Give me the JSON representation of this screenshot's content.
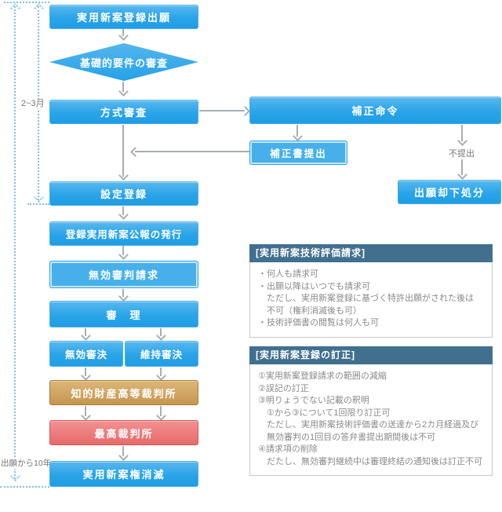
{
  "flow": {
    "application": "実用新案登録出願",
    "basic_requirements": "基礎的要件の審査",
    "formality_exam": "方式審査",
    "correction_order": "補正命令",
    "correction_submission": "補正書提出",
    "non_submission": "不提出",
    "dismissal": "出願却下処分",
    "registration": "設定登録",
    "gazette": "登録実用新案公報の発行",
    "invalidation_request": "無効審判請求",
    "trial": "審　理",
    "invalidation_decision": "無効審決",
    "maintenance_decision": "維持審決",
    "ip_high_court": "知的財産高等裁判所",
    "supreme_court": "最高裁判所",
    "right_extinguishment": "実用新案権消滅",
    "duration_to_registration": "2~3月",
    "duration_total": "出願から10年"
  },
  "panels": [
    {
      "title": "[実用新案技術評価請求]",
      "lines": [
        "・何人も請求可",
        "・出願以降はいつでも請求可",
        "ただし、実用新案登録に基づく特許出願がされた後は",
        "不可（権利消滅後も可）",
        "・技術評価書の閲覧は何人も可"
      ]
    },
    {
      "title": "[実用新案登録の訂正]",
      "lines": [
        "①実用新案登録請求の範囲の減縮",
        "②誤記の訂正",
        "③明りょうでない記載の釈明",
        "①から③について1回限り訂正可",
        "ただし、実用新案技術評価書の送達から2カ月経過及び",
        "無効審判の1回目の答弁書提出期間後は不可",
        "④請求項の削除",
        "だたし、無効審判継続中は審理終結の通知後は訂正不可"
      ]
    }
  ],
  "colors": {
    "box_blue": "#29a3e8",
    "box_tan": "#c5964f",
    "box_red": "#e76a6a",
    "panel_header": "#41708f",
    "arrow_gray": "#a9aeb2",
    "dotted_blue": "#7fc0ec"
  }
}
